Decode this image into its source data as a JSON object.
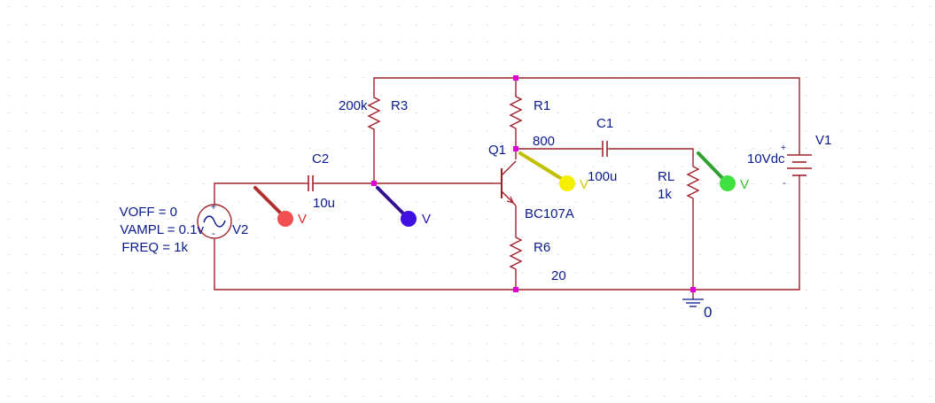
{
  "colors": {
    "background": "#ffffff",
    "grid_dot": "#c9c9c9",
    "wire": "#a0202a",
    "component": "#a0202a",
    "label": "#0a1a8c",
    "junction": "#e000d8",
    "probe_red": "#f05050",
    "probe_blue": "#4010e0",
    "probe_yellow": "#f5f000",
    "probe_green": "#40e040"
  },
  "components": {
    "R3": {
      "ref": "R3",
      "value": "200k"
    },
    "R1": {
      "ref": "R1",
      "value": "800"
    },
    "R6": {
      "ref": "R6",
      "value": "20"
    },
    "RL": {
      "ref": "RL",
      "value": "1k"
    },
    "C1": {
      "ref": "C1",
      "value": "100u"
    },
    "C2": {
      "ref": "C2",
      "value": "10u"
    },
    "Q1": {
      "ref": "Q1",
      "value": "BC107A"
    },
    "V1": {
      "ref": "V1",
      "value": "10Vdc",
      "plus": "+",
      "minus": "-"
    },
    "V2": {
      "ref": "V2",
      "plus": "+",
      "minus": "-",
      "voff": "VOFF = 0",
      "vampl": "VAMPL = 0.1v",
      "freq": "FREQ = 1k"
    },
    "ground": {
      "label": "0"
    }
  },
  "probes": [
    {
      "name": "probe-v2-input",
      "label": "V",
      "color": "probe_red"
    },
    {
      "name": "probe-base",
      "label": "V",
      "color": "probe_blue"
    },
    {
      "name": "probe-collector",
      "label": "V",
      "color": "probe_yellow"
    },
    {
      "name": "probe-load",
      "label": "V",
      "color": "probe_green"
    }
  ]
}
